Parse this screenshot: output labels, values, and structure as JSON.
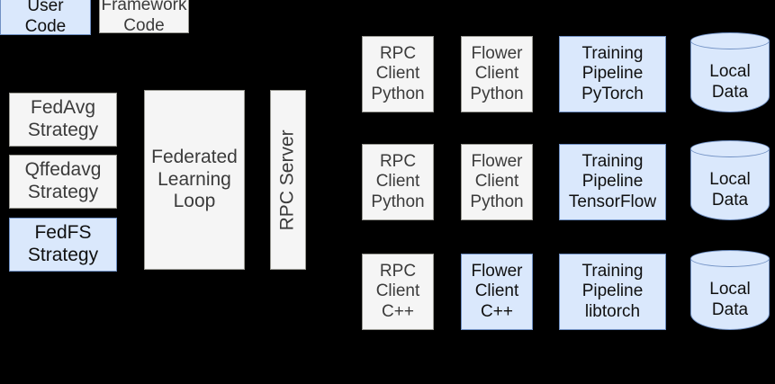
{
  "colors": {
    "background": "#000000",
    "user_code_fill": "#dae8fc",
    "user_code_stroke": "#7191c4",
    "framework_code_fill": "#f5f5f5",
    "framework_code_stroke": "#9a9a94",
    "gray_text": "#3b3b3b",
    "blue_text": "#101010"
  },
  "legend": {
    "user_code": "User\nCode",
    "framework_code": "Framework\nCode"
  },
  "server": {
    "strategies": [
      {
        "label": "FedAvg\nStrategy",
        "style": "framework"
      },
      {
        "label": "Qffedavg\nStrategy",
        "style": "framework"
      },
      {
        "label": "FedFS\nStrategy",
        "style": "user"
      }
    ],
    "learning_loop": "Federated\nLearning\nLoop",
    "rpc_server": "RPC Server"
  },
  "clients": [
    {
      "rpc_client": {
        "label": "RPC\nClient\nPython",
        "style": "framework"
      },
      "flower_client": {
        "label": "Flower\nClient\nPython",
        "style": "framework"
      },
      "training_pipeline": {
        "label": "Training\nPipeline\nPyTorch",
        "style": "user"
      },
      "local_data": {
        "label": "Local\nData",
        "style": "user"
      }
    },
    {
      "rpc_client": {
        "label": "RPC\nClient\nPython",
        "style": "framework"
      },
      "flower_client": {
        "label": "Flower\nClient\nPython",
        "style": "framework"
      },
      "training_pipeline": {
        "label": "Training\nPipeline\nTensorFlow",
        "style": "user"
      },
      "local_data": {
        "label": "Local\nData",
        "style": "user"
      }
    },
    {
      "rpc_client": {
        "label": "RPC\nClient\nC++",
        "style": "framework"
      },
      "flower_client": {
        "label": "Flower\nClient\nC++",
        "style": "user"
      },
      "training_pipeline": {
        "label": "Training\nPipeline\nlibtorch",
        "style": "user"
      },
      "local_data": {
        "label": "Local\nData",
        "style": "user"
      }
    }
  ]
}
